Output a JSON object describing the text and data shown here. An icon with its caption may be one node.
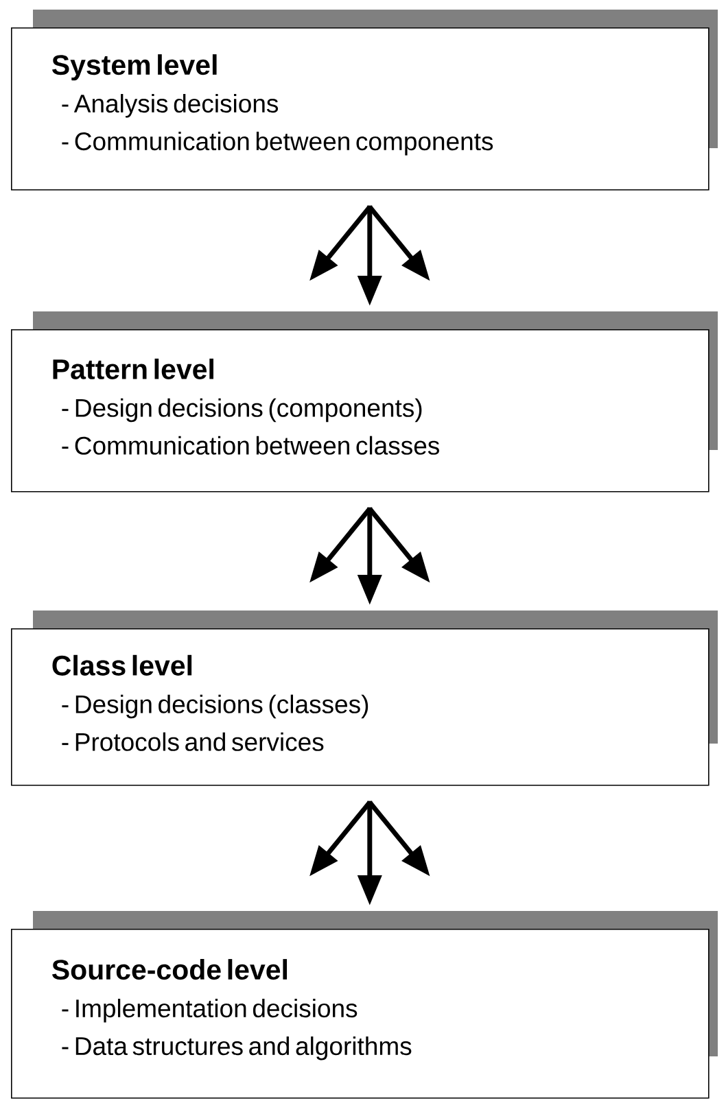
{
  "diagram": {
    "nodes": [
      {
        "text": [
          "System level",
          "- Analysis decisions",
          "- Communication between components"
        ]
      },
      {
        "text": [
          "Pattern level",
          "- Design decisions (components)",
          "- Communication between classes"
        ]
      },
      {
        "text": [
          "Class level",
          "- Design decisions (classes)",
          "- Protocols and services"
        ]
      },
      {
        "text": [
          "Source-code level",
          "- Implementation decisions",
          "- Data structures and algorithms"
        ]
      }
    ],
    "edges": [
      {
        "from": 0,
        "to": null,
        "arrow": "to"
      },
      {
        "from": 0,
        "to": 1,
        "arrow": "to"
      },
      {
        "from": 0,
        "to": null,
        "arrow": "to"
      },
      {
        "from": 1,
        "to": null,
        "arrow": "to"
      },
      {
        "from": 1,
        "to": 2,
        "arrow": "to"
      },
      {
        "from": 1,
        "to": null,
        "arrow": "to"
      },
      {
        "from": 2,
        "to": null,
        "arrow": "to"
      },
      {
        "from": 2,
        "to": 3,
        "arrow": "to"
      },
      {
        "from": 2,
        "to": null,
        "arrow": "to"
      }
    ]
  }
}
